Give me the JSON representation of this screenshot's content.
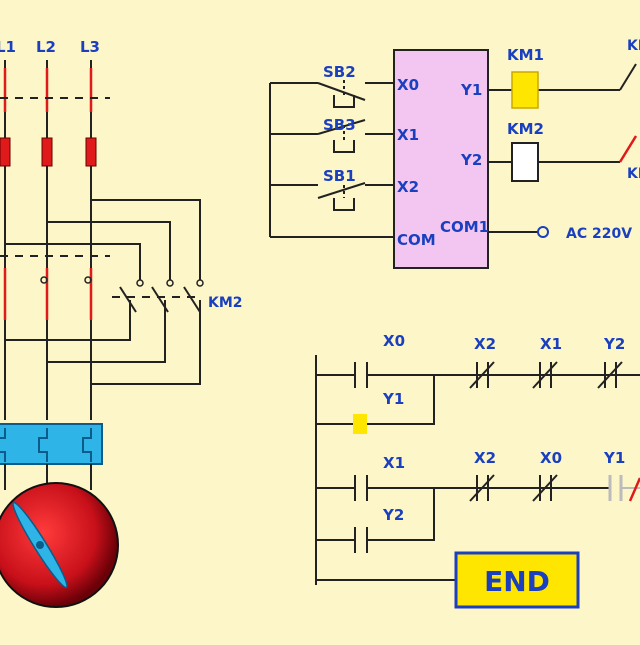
{
  "colors": {
    "background": "#fdf6c8",
    "wire": "#222222",
    "label": "#1a3fbf",
    "fuse": "#e01a1a",
    "plc_fill": "#f2c6f0",
    "energized": "#ffe600",
    "motor": "#c8101a",
    "end_box": "#ffe600"
  },
  "power": {
    "phases": [
      "L1",
      "L2",
      "L3"
    ],
    "contactor_label": "KM2"
  },
  "plc": {
    "buttons": [
      "SB2",
      "SB3",
      "SB1"
    ],
    "inputs": [
      "X0",
      "X1",
      "X2"
    ],
    "common_in": "COM",
    "outputs": [
      "Y1",
      "Y2"
    ],
    "common_out": "COM1",
    "coils": [
      "KM1",
      "KM2"
    ],
    "coil_states": [
      "energized",
      "off"
    ],
    "supply": "AC 220V",
    "right_labels": [
      "KM",
      "KM"
    ]
  },
  "ladder": {
    "rung1": {
      "contact_start": "X0",
      "hold_contact": "Y1",
      "nc_contacts": [
        "X2",
        "X1",
        "Y2"
      ]
    },
    "rung2": {
      "contact_start": "X1",
      "hold_contact": "Y2",
      "nc_contacts": [
        "X2",
        "X0",
        "Y1"
      ]
    },
    "end_label": "END"
  }
}
